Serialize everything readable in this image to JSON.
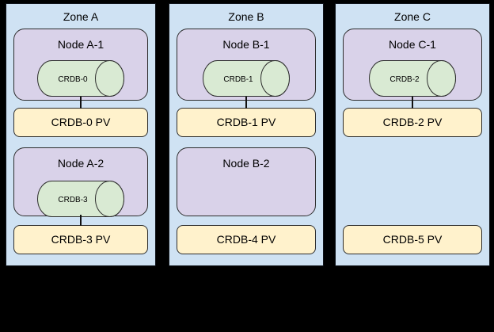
{
  "colors": {
    "background": "#000000",
    "zone_fill": "#cfe2f3",
    "node_fill": "#d9d2e9",
    "cylinder_fill": "#d9ead3",
    "pv_fill": "#fff2cc",
    "border": "#2d2d2d",
    "text": "#000000"
  },
  "zones": [
    {
      "label": "Zone A",
      "nodes": [
        {
          "label": "Node A-1",
          "pod": "CRDB-0"
        },
        {
          "label": "Node A-2",
          "pod": "CRDB-3"
        }
      ],
      "pvs": [
        "CRDB-0 PV",
        "CRDB-3 PV"
      ]
    },
    {
      "label": "Zone B",
      "nodes": [
        {
          "label": "Node B-1",
          "pod": "CRDB-1"
        },
        {
          "label": "Node B-2",
          "pod": ""
        }
      ],
      "pvs": [
        "CRDB-1 PV",
        "CRDB-4 PV"
      ]
    },
    {
      "label": "Zone C",
      "nodes": [
        {
          "label": "Node C-1",
          "pod": "CRDB-2"
        }
      ],
      "pvs": [
        "CRDB-2 PV",
        "CRDB-5 PV"
      ]
    }
  ]
}
